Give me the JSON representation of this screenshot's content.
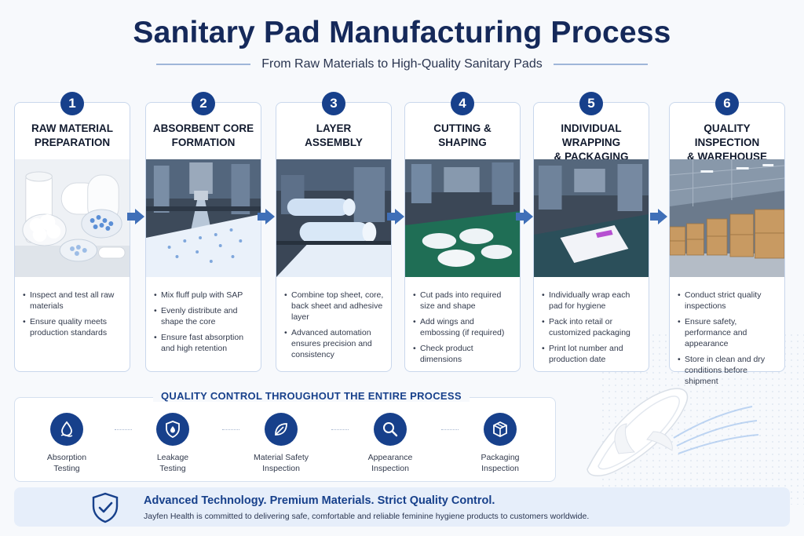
{
  "header": {
    "title": "Sanitary Pad Manufacturing Process",
    "subtitle": "From Raw Materials to High-Quality Sanitary Pads"
  },
  "steps": [
    {
      "number": "1",
      "title_line1": "RAW MATERIAL",
      "title_line2": "PREPARATION",
      "bullets": [
        "Inspect and test all raw materials",
        "Ensure quality meets production standards"
      ]
    },
    {
      "number": "2",
      "title_line1": "ABSORBENT CORE",
      "title_line2": "FORMATION",
      "bullets": [
        "Mix fluff pulp with SAP",
        "Evenly distribute and shape the core",
        "Ensure fast absorption and high retention"
      ]
    },
    {
      "number": "3",
      "title_line1": "LAYER",
      "title_line2": "ASSEMBLY",
      "bullets": [
        "Combine top sheet, core, back sheet and adhesive layer",
        "Advanced automation ensures precision and consistency"
      ]
    },
    {
      "number": "4",
      "title_line1": "CUTTING &",
      "title_line2": "SHAPING",
      "bullets": [
        "Cut pads into required size and shape",
        "Add wings and embossing (if required)",
        "Check product dimensions"
      ]
    },
    {
      "number": "5",
      "title_line1": "INDIVIDUAL WRAPPING",
      "title_line2": "& PACKAGING",
      "bullets": [
        "Individually wrap each pad for hygiene",
        "Pack into retail or customized packaging",
        "Print lot number and production date"
      ]
    },
    {
      "number": "6",
      "title_line1": "QUALITY INSPECTION",
      "title_line2": "& WAREHOUSE",
      "bullets": [
        "Conduct strict quality inspections",
        "Ensure safety, performance and appearance",
        "Store in clean and dry conditions before shipment"
      ]
    }
  ],
  "quality_control": {
    "title": "QUALITY CONTROL THROUGHOUT THE ENTIRE PROCESS",
    "items": [
      {
        "line1": "Absorption",
        "line2": "Testing",
        "icon": "water-drop-icon"
      },
      {
        "line1": "Leakage",
        "line2": "Testing",
        "icon": "shield-drop-icon"
      },
      {
        "line1": "Material Safety",
        "line2": "Inspection",
        "icon": "leaf-icon"
      },
      {
        "line1": "Appearance",
        "line2": "Inspection",
        "icon": "magnifier-icon"
      },
      {
        "line1": "Packaging",
        "line2": "Inspection",
        "icon": "box-icon"
      }
    ]
  },
  "footer": {
    "headline": "Advanced Technology. Premium Materials. Strict Quality Control.",
    "text": "Jayfen Health is committed to delivering safe, comfortable and reliable feminine hygiene products to customers worldwide."
  },
  "colors": {
    "primary": "#17408b",
    "title": "#15295a",
    "card_border": "#c9d7ec",
    "footer_bg": "#e6eefa"
  }
}
